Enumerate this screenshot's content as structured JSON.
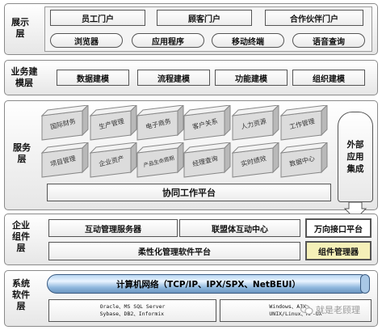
{
  "presentation_layer": {
    "label": "展示层",
    "portals": [
      "员工门户",
      "顾客门户",
      "合作伙伴门户"
    ],
    "clients": [
      "浏览器",
      "应用程序",
      "移动终端",
      "语音查询"
    ]
  },
  "business_modeling_layer": {
    "label": "业务建模层",
    "items": [
      "数据建模",
      "流程建模",
      "功能建模",
      "组织建模"
    ]
  },
  "service_layer": {
    "label": "服务层",
    "row1": [
      "国际财务",
      "生产管理",
      "电子商务",
      "客户关系",
      "人力资源",
      "工作管理"
    ],
    "row2": [
      "项目管理",
      "企业资产",
      "产品生命周期",
      "经理查询",
      "实时绩效",
      "数据中心"
    ],
    "collab_platform": "协同工作平台",
    "external_integration": "外部应用集成"
  },
  "component_layer": {
    "label": "企业组件层",
    "interaction_server": "互动管理服务器",
    "federation_center": "联盟体互动中心",
    "interface_platform": "万向接口平台",
    "flexible_platform": "柔性化管理软件平台",
    "component_manager": "组件管理器"
  },
  "system_software_layer": {
    "label": "系统软件层",
    "network": "计算机网络（TCP/IP、IPX/SPX、NetBEUI）",
    "databases": "Oracle、MS SQL Server\nSybase、DB2、Informix",
    "os": "Windows、AIX\nUNIX/Linux、HP-UX"
  },
  "watermark": "就是老顾理"
}
